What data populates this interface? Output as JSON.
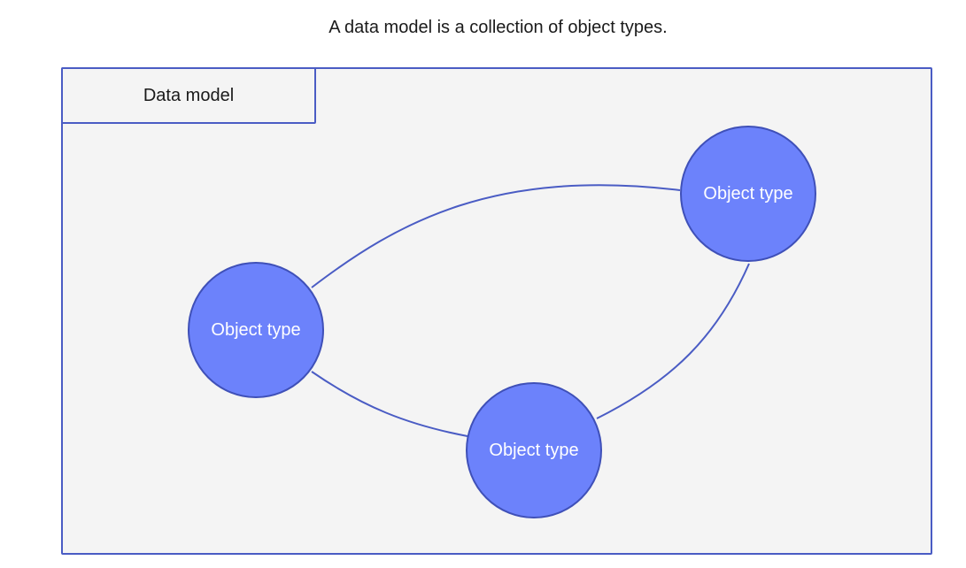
{
  "caption": "A data model is a collection of object types.",
  "container": {
    "label": "Data model"
  },
  "nodes": [
    {
      "label": "Object type"
    },
    {
      "label": "Object type"
    },
    {
      "label": "Object type"
    }
  ],
  "colors": {
    "node_fill": "#6c82fb",
    "stroke": "#3f50b8",
    "container_fill": "#f4f4f4"
  }
}
